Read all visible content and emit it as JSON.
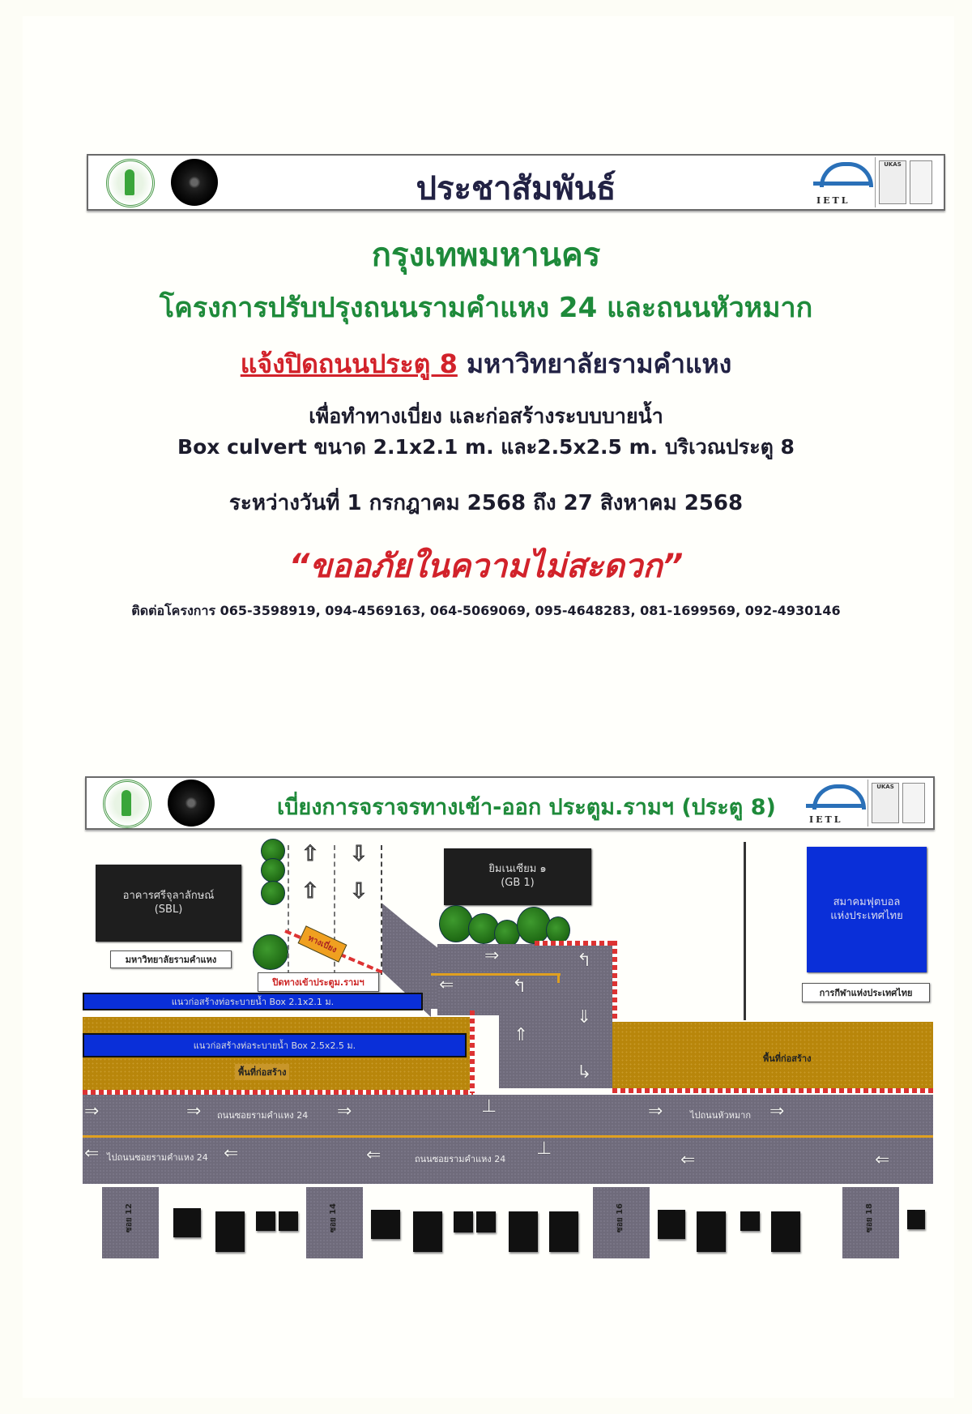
{
  "notice": {
    "header": {
      "title": "ประชาสัมพันธ์",
      "logos": [
        "bma-seal-icon",
        "district-disc-icon",
        "ietl-logo-icon",
        "ukas-cert-icon",
        "iso-cert-icon"
      ],
      "ietl_text": "IETL",
      "cert_text": "UKAS"
    },
    "org": "กรุงเทพมหานคร",
    "project": "โครงการปรับปรุงถนนรามคำแหง 24 และถนนหัวหมาก",
    "closure_highlight": "แจ้งปิดถนนประตู 8",
    "closure_rest": " มหาวิทยาลัยรามคำแหง",
    "purpose_line1": "เพื่อทำทางเบี่ยง และก่อสร้างระบบบายน้ำ",
    "purpose_line2": "Box culvert ขนาด 2.1x2.1 m. และ2.5x2.5 m. บริเวณประตู 8",
    "period": "ระหว่างวันที่ 1 กรกฎาคม 2568 ถึง 27 สิงหาคม 2568",
    "apology": "“ขออภัยในความไม่สะดวก”",
    "contact_label": "ติดต่อโครงการ",
    "contact_numbers": "065-3598919, 094-4569163, 064-5069069, 095-4648283, 081-1699569, 092-4930146"
  },
  "map": {
    "header": {
      "title": "เบี่ยงการจราจรทางเข้า-ออก ประตูม.รามฯ (ประตู 8)"
    },
    "buildings": {
      "sbl": "อาคารศรีจุลาลักษณ์\n(SBL)",
      "gb1": "ยิมเนเซียม ๑\n(GB 1)",
      "fat": "สมาคมฟุตบอล\nแห่งประเทศไทย"
    },
    "tags": {
      "ru": "มหาวิทยาลัยรามคำแหง",
      "sat": "การกีฬาแห่งประเทศไทย",
      "detour": "ทางเบี่ยง",
      "closed_entry": "ปิดทางเข้าประตูม.รามฯ"
    },
    "pipes": {
      "small": "แนวก่อสร้างท่อระบายน้ำ Box 2.1x2.1 ม.",
      "large": "แนวก่อสร้างท่อระบายน้ำ Box 2.5x2.5 ม."
    },
    "work_area": "พื้นที่ก่อสร้าง",
    "road_labels": {
      "upper_left": "ถนนซอยรามคำแหง 24",
      "upper_right": "ไปถนนหัวหมาก",
      "lower_left": "ไปถนนซอยรามคำแหง 24",
      "lower_mid": "ถนนซอยรามคำแหง 24"
    },
    "sois": [
      "ซอย 12",
      "ซอย 14",
      "ซอย 16",
      "ซอย 18"
    ],
    "colors": {
      "road": "#6f6b7b",
      "work_area": "#b8860b",
      "pipe": "#0a2fd8",
      "closure_line": "#d33333",
      "centerline": "#e0a020"
    }
  }
}
